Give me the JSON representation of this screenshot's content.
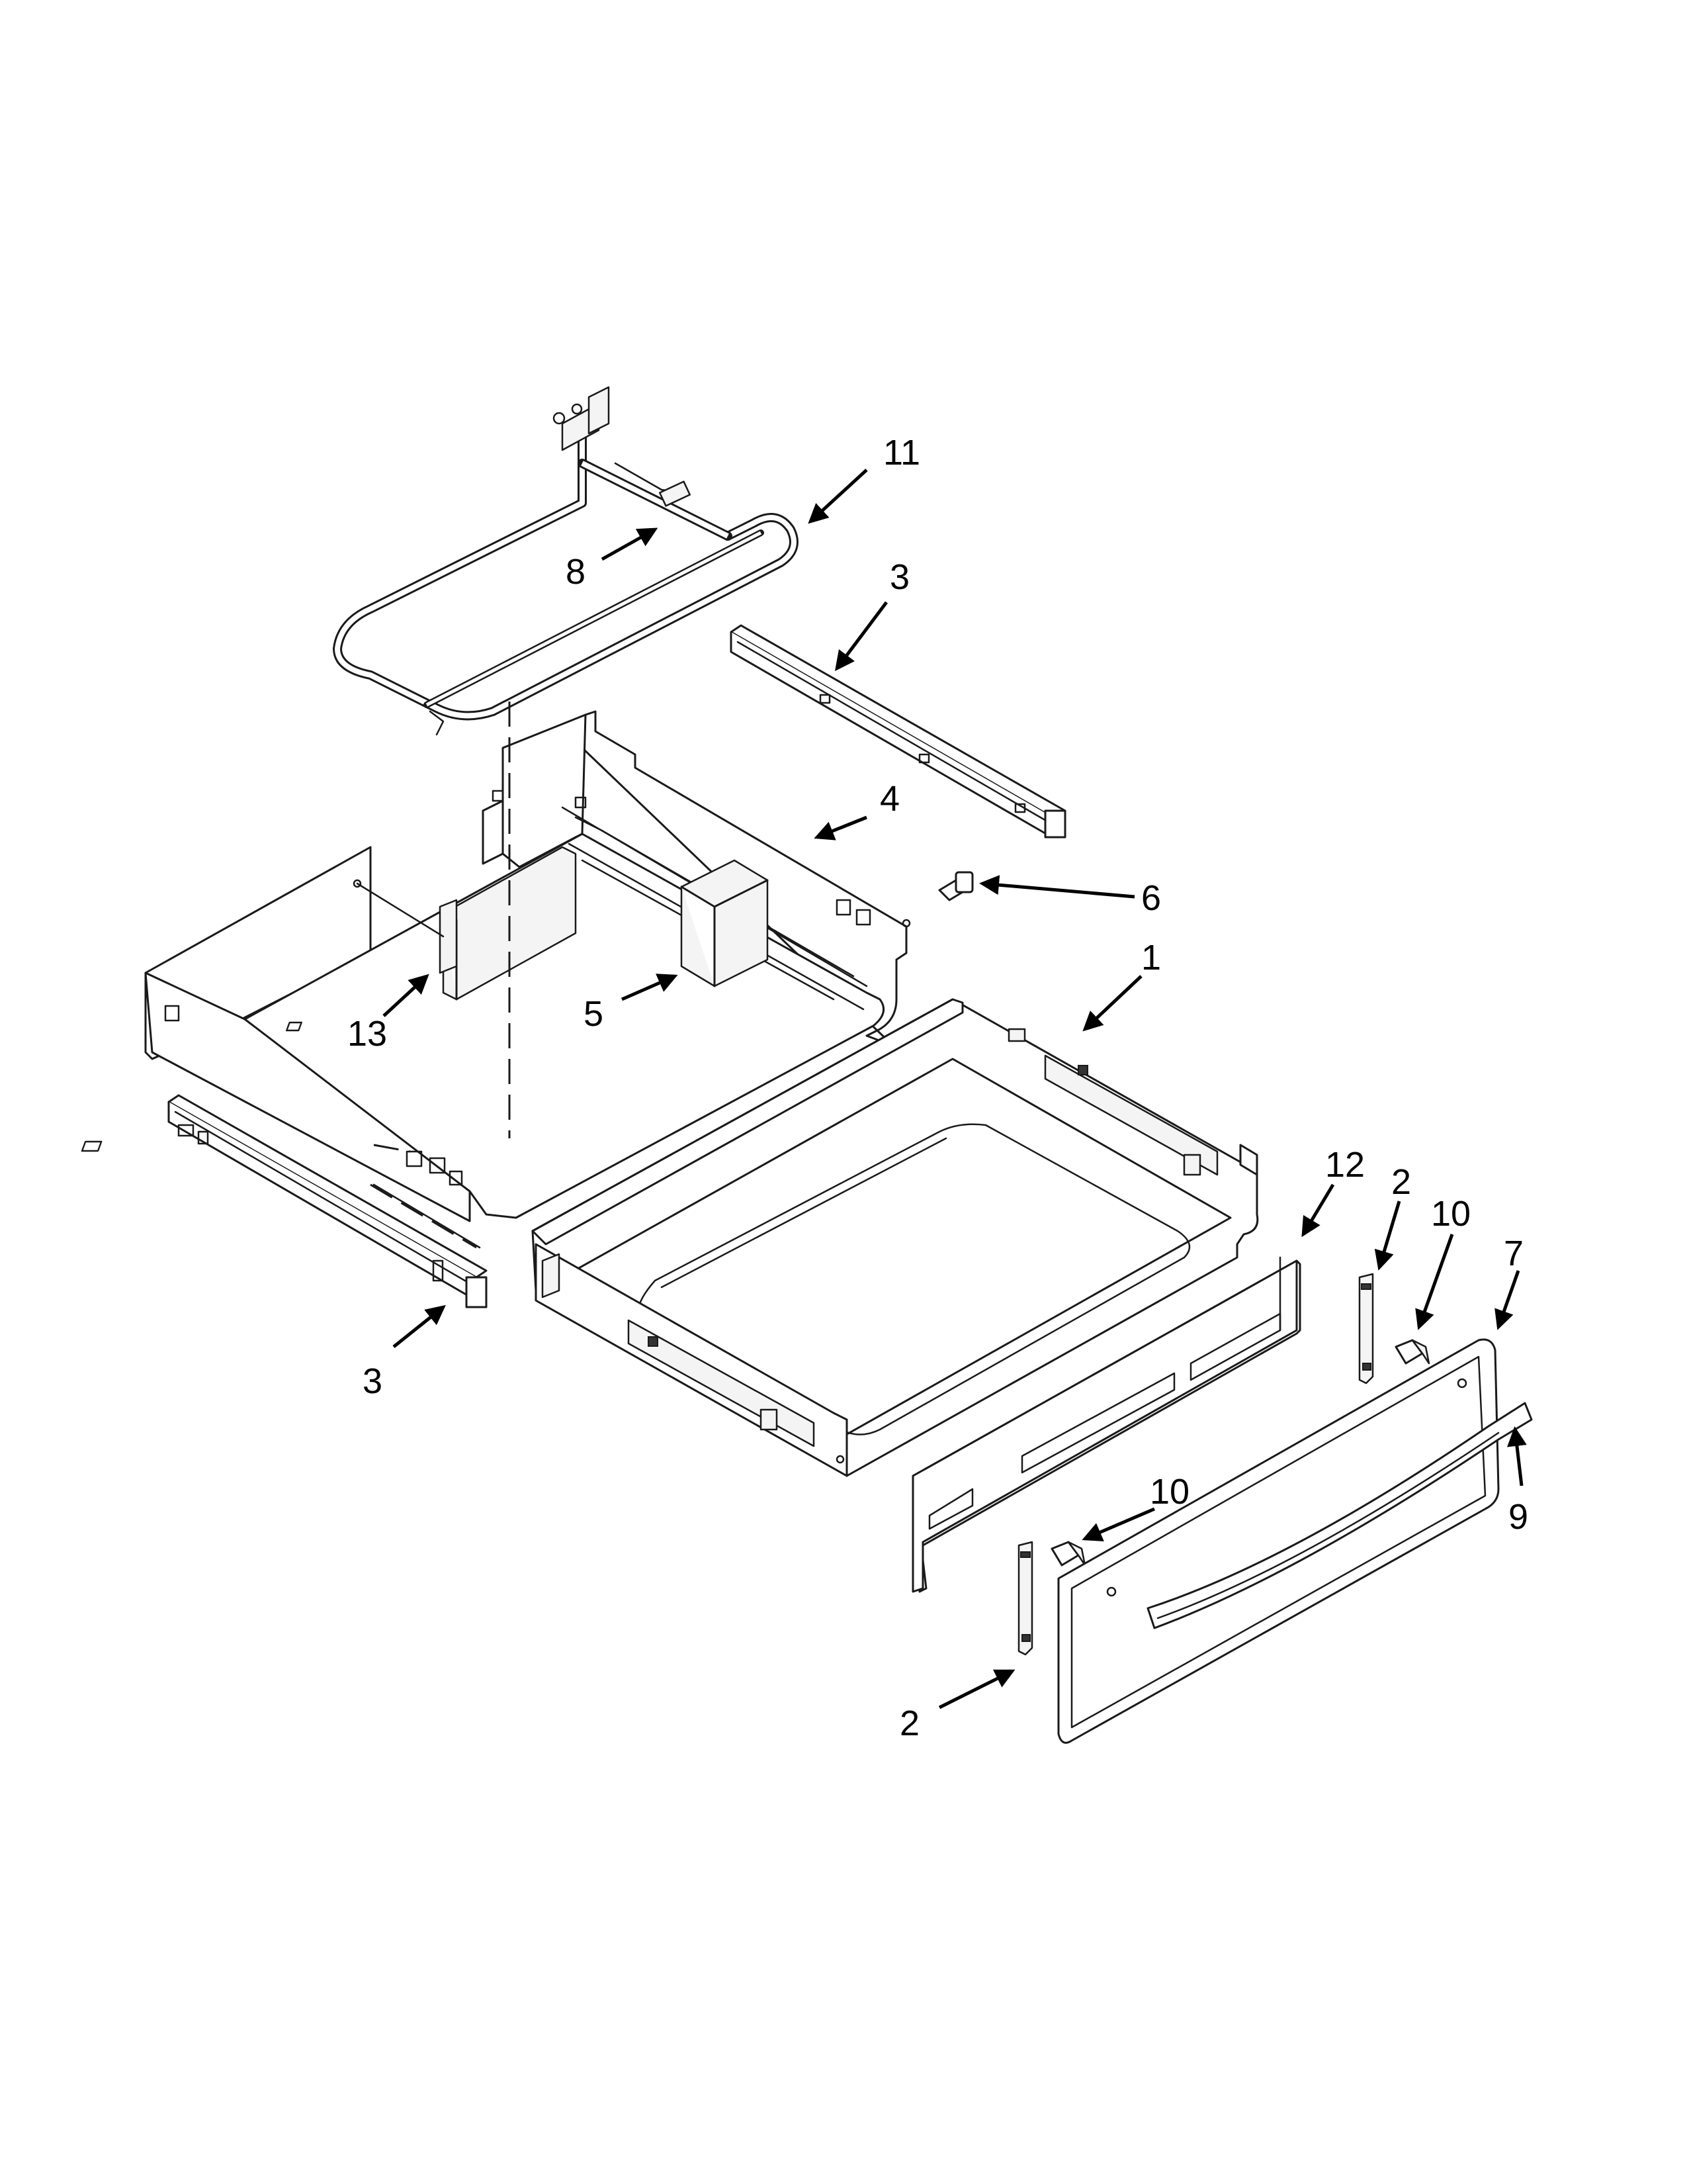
{
  "diagram": {
    "type": "exploded-parts-diagram",
    "colors": {
      "line": "#1a1a1a",
      "background": "#ffffff"
    },
    "callouts": [
      {
        "id": "c11",
        "label": "11"
      },
      {
        "id": "c8",
        "label": "8"
      },
      {
        "id": "c3a",
        "label": "3"
      },
      {
        "id": "c4",
        "label": "4"
      },
      {
        "id": "c6",
        "label": "6"
      },
      {
        "id": "c1",
        "label": "1"
      },
      {
        "id": "c13",
        "label": "13"
      },
      {
        "id": "c5",
        "label": "5"
      },
      {
        "id": "c3b",
        "label": "3"
      },
      {
        "id": "c12",
        "label": "12"
      },
      {
        "id": "c2a",
        "label": "2"
      },
      {
        "id": "c10a",
        "label": "10"
      },
      {
        "id": "c7",
        "label": "7"
      },
      {
        "id": "c9",
        "label": "9"
      },
      {
        "id": "c10b",
        "label": "10"
      },
      {
        "id": "c2b",
        "label": "2"
      }
    ]
  }
}
